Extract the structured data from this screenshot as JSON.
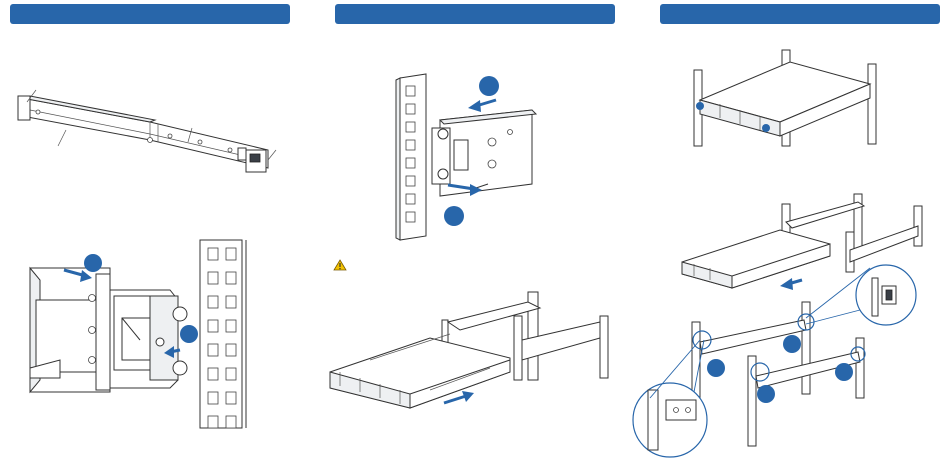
{
  "panels": [
    {
      "id": "panel-1"
    },
    {
      "id": "panel-2"
    },
    {
      "id": "panel-3"
    }
  ],
  "colors": {
    "header": "#2866aa",
    "callout": "#2866aa",
    "arrow": "#2866aa",
    "line_art": "#333333",
    "warning": "#f2c200"
  },
  "icons": [
    "warning-icon"
  ]
}
